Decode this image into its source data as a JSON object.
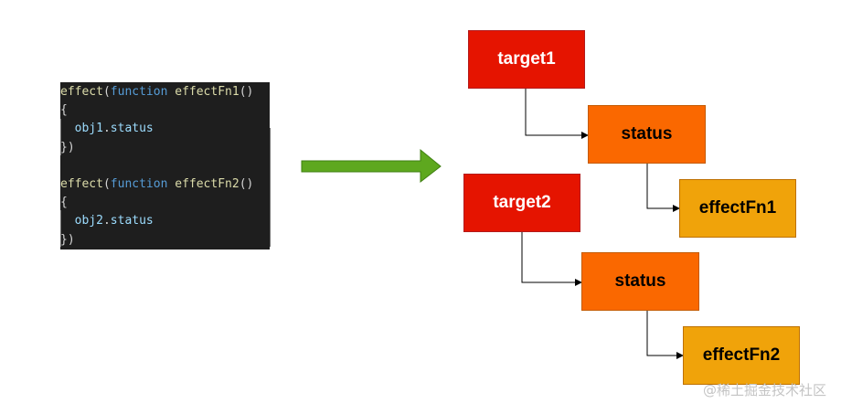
{
  "code": {
    "lines": [
      [
        {
          "t": "effect",
          "c": "fn"
        },
        {
          "t": "(",
          "c": "punc"
        },
        {
          "t": "function",
          "c": "kw"
        },
        {
          "t": " ",
          "c": "punc"
        },
        {
          "t": "effectFn1",
          "c": "fn"
        },
        {
          "t": "()",
          "c": "punc"
        }
      ],
      [
        {
          "t": "{",
          "c": "punc"
        }
      ],
      [
        {
          "t": "  ",
          "c": "punc"
        },
        {
          "t": "obj1",
          "c": "var"
        },
        {
          "t": ".",
          "c": "punc"
        },
        {
          "t": "status",
          "c": "var"
        }
      ],
      [
        {
          "t": "})",
          "c": "punc"
        }
      ],
      [],
      [
        {
          "t": "effect",
          "c": "fn"
        },
        {
          "t": "(",
          "c": "punc"
        },
        {
          "t": "function",
          "c": "kw"
        },
        {
          "t": " ",
          "c": "punc"
        },
        {
          "t": "effectFn2",
          "c": "fn"
        },
        {
          "t": "()",
          "c": "punc"
        }
      ],
      [
        {
          "t": "{",
          "c": "punc"
        }
      ],
      [
        {
          "t": "  ",
          "c": "punc"
        },
        {
          "t": "obj2",
          "c": "var"
        },
        {
          "t": ".",
          "c": "punc"
        },
        {
          "t": "status",
          "c": "var"
        }
      ],
      [
        {
          "t": "})",
          "c": "punc"
        }
      ]
    ]
  },
  "tree": {
    "target1": "target1",
    "status1": "status",
    "effect1": "effectFn1",
    "target2": "target2",
    "status2": "status",
    "effect2": "effectFn2"
  },
  "colors": {
    "target": "#e51400",
    "status": "#fa6800",
    "effect": "#f0a30a",
    "arrow": "#5ea81f"
  },
  "watermark": "@稀土掘金技术社区"
}
